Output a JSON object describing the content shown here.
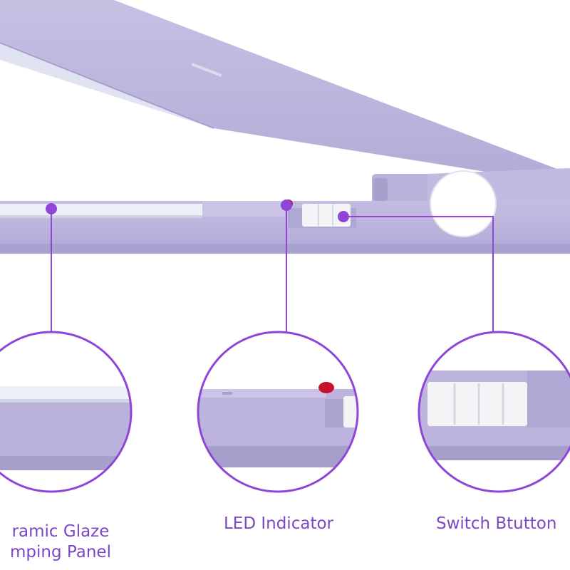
{
  "colors": {
    "background": "#ffffff",
    "body": "#bdb5dc",
    "body_light": "#cbc4e6",
    "body_shadow": "#a69ecb",
    "plate": "#eef0f8",
    "button": "#f4f4f6",
    "led": "#c8142a",
    "accent": "#8f46d8",
    "caption_text": "#7b48c6"
  },
  "callouts": [
    {
      "id": "ceramic-glaze-panel",
      "lines": [
        "ramic Glaze",
        "mping Panel"
      ]
    },
    {
      "id": "led-indicator",
      "lines": [
        "LED Indicator"
      ]
    },
    {
      "id": "switch-button",
      "lines": [
        "Switch Btutton"
      ]
    }
  ]
}
